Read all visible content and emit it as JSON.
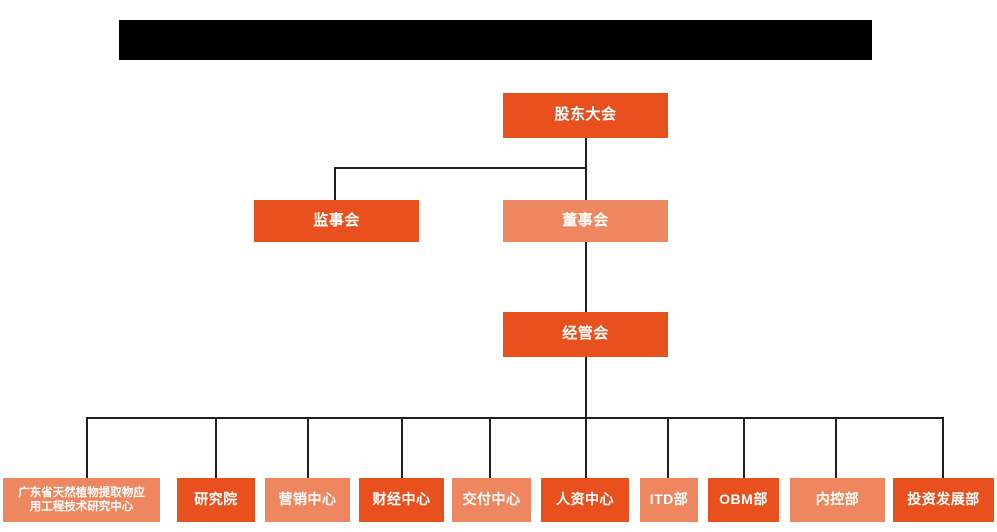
{
  "banner": {
    "name": "redacted-title-bar",
    "text": "",
    "color": "#000000"
  },
  "palette": {
    "dark_orange": "#E8511E",
    "light_orange": "#EE875F",
    "connector": "#231f20",
    "background": "#FFFFFF",
    "node_text": "#FFFFFF"
  },
  "chart_data": {
    "type": "org-chart",
    "title": "",
    "orientation": "top-down",
    "levels": 4,
    "nodes": [
      {
        "id": "shareholders",
        "label": "股东大会",
        "level": 1,
        "shade": "dark",
        "parent": null
      },
      {
        "id": "supervisors",
        "label": "监事会",
        "level": 2,
        "shade": "dark",
        "parent": "shareholders"
      },
      {
        "id": "directors",
        "label": "董事会",
        "level": 2,
        "shade": "light",
        "parent": "shareholders"
      },
      {
        "id": "management",
        "label": "经管会",
        "level": 3,
        "shade": "dark",
        "parent": "directors"
      },
      {
        "id": "research-ctr",
        "label": "广东省天然植物提取物应用工程技术研究中心",
        "label_line1": "广东省天然植物提取物应",
        "label_line2": "用工程技术研究中心",
        "level": 4,
        "shade": "light",
        "parent": "management"
      },
      {
        "id": "institute",
        "label": "研究院",
        "level": 4,
        "shade": "dark",
        "parent": "management"
      },
      {
        "id": "marketing",
        "label": "营销中心",
        "level": 4,
        "shade": "light",
        "parent": "management"
      },
      {
        "id": "finance",
        "label": "财经中心",
        "level": 4,
        "shade": "dark",
        "parent": "management"
      },
      {
        "id": "delivery",
        "label": "交付中心",
        "level": 4,
        "shade": "light",
        "parent": "management"
      },
      {
        "id": "hr",
        "label": "人资中心",
        "level": 4,
        "shade": "dark",
        "parent": "management"
      },
      {
        "id": "itd",
        "label": "ITD部",
        "level": 4,
        "shade": "light",
        "parent": "management"
      },
      {
        "id": "obm",
        "label": "OBM部",
        "level": 4,
        "shade": "dark",
        "parent": "management"
      },
      {
        "id": "internal-ctrl",
        "label": "内控部",
        "level": 4,
        "shade": "light",
        "parent": "management"
      },
      {
        "id": "investment",
        "label": "投资发展部",
        "level": 4,
        "shade": "dark",
        "parent": "management"
      }
    ],
    "edges": [
      {
        "from": "shareholders",
        "to": "supervisors"
      },
      {
        "from": "shareholders",
        "to": "directors"
      },
      {
        "from": "directors",
        "to": "management"
      },
      {
        "from": "management",
        "to": "research-ctr"
      },
      {
        "from": "management",
        "to": "institute"
      },
      {
        "from": "management",
        "to": "marketing"
      },
      {
        "from": "management",
        "to": "finance"
      },
      {
        "from": "management",
        "to": "delivery"
      },
      {
        "from": "management",
        "to": "hr"
      },
      {
        "from": "management",
        "to": "itd"
      },
      {
        "from": "management",
        "to": "obm"
      },
      {
        "from": "management",
        "to": "internal-ctrl"
      },
      {
        "from": "management",
        "to": "investment"
      }
    ]
  }
}
